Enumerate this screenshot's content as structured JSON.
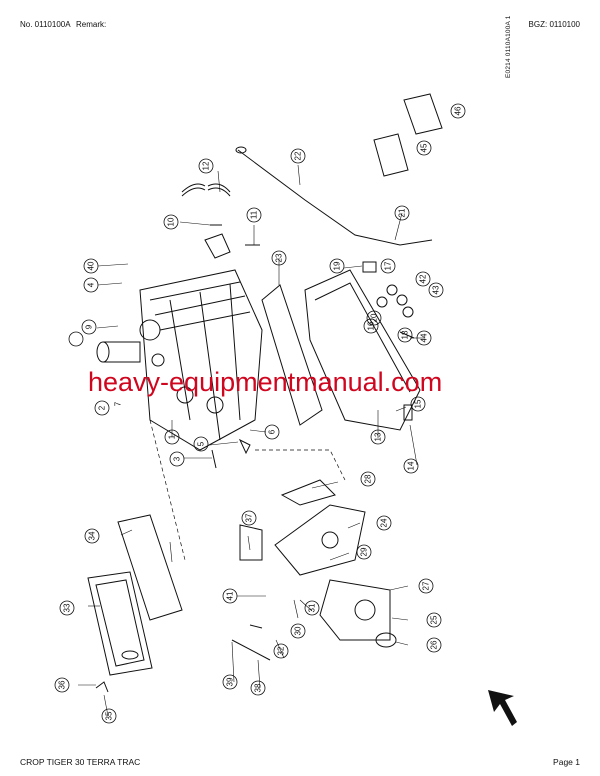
{
  "header": {
    "doc_number": "No. 0110100A",
    "remark_label": "Remark:",
    "bgz": "BGZ: 0110100"
  },
  "drawing": {
    "reference": "E0214 0110A100A 1",
    "watermark": "heavy-equipmentmanual.com",
    "callouts": [
      "12",
      "22",
      "10",
      "11",
      "40",
      "4",
      "9",
      "6",
      "2",
      "7",
      "1",
      "5",
      "3",
      "23",
      "19",
      "17",
      "16",
      "20",
      "18",
      "42",
      "43",
      "44",
      "15",
      "14",
      "13",
      "21",
      "45",
      "46",
      "28",
      "37",
      "24",
      "29",
      "34",
      "33",
      "41",
      "31",
      "30",
      "32",
      "27",
      "25",
      "26",
      "36",
      "35",
      "39",
      "38"
    ]
  },
  "footer": {
    "model": "CROP TIGER 30 TERRA TRAC",
    "page": "Page 1"
  }
}
